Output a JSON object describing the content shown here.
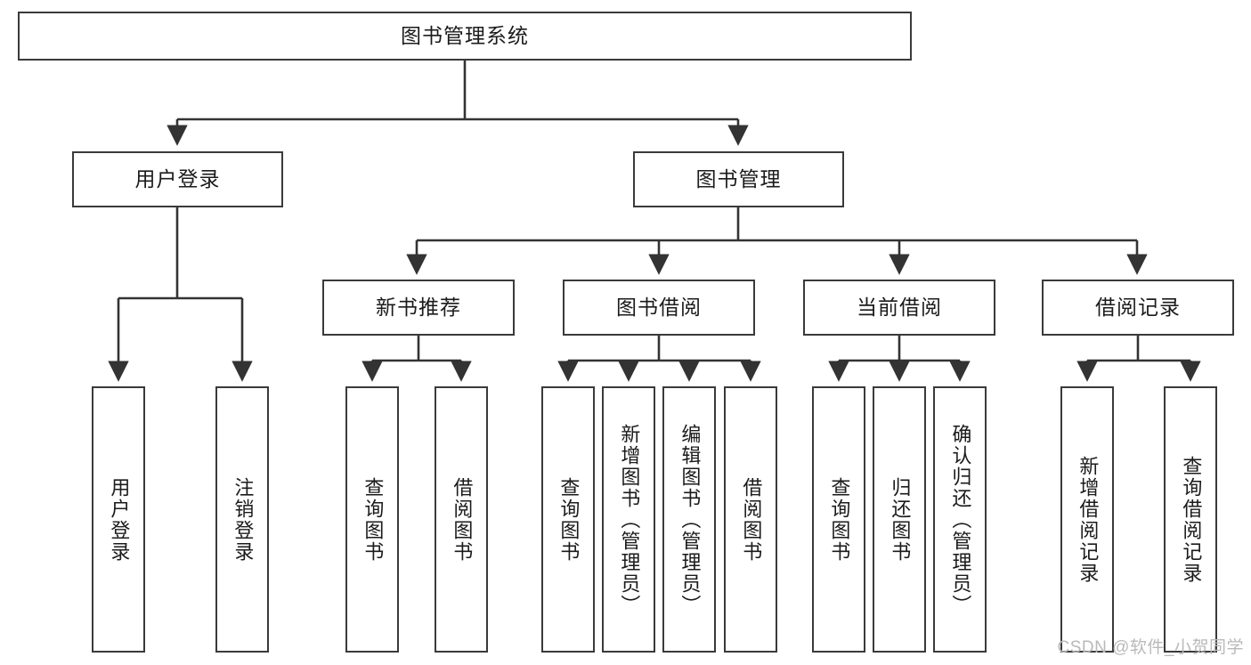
{
  "diagram": {
    "title": "图书管理系统",
    "type": "tree-hierarchy-chart",
    "root": {
      "label": "图书管理系统"
    },
    "level1": [
      {
        "label": "用户登录"
      },
      {
        "label": "图书管理"
      }
    ],
    "level2": [
      {
        "label": "新书推荐"
      },
      {
        "label": "图书借阅"
      },
      {
        "label": "当前借阅"
      },
      {
        "label": "借阅记录"
      }
    ],
    "leaves": {
      "user_login": [
        {
          "label": "用户登录"
        },
        {
          "label": "注销登录"
        }
      ],
      "new_book_recommend": [
        {
          "label": "查询图书"
        },
        {
          "label": "借阅图书"
        }
      ],
      "book_borrow": [
        {
          "label": "查询图书"
        },
        {
          "label": "新增图书（管理员）"
        },
        {
          "label": "编辑图书（管理员）"
        },
        {
          "label": "借阅图书"
        }
      ],
      "current_borrow": [
        {
          "label": "查询图书"
        },
        {
          "label": "归还图书"
        },
        {
          "label": "确认归还（管理员）"
        }
      ],
      "borrow_record": [
        {
          "label": "新增借阅记录"
        },
        {
          "label": "查询借阅记录"
        }
      ]
    }
  },
  "watermark": {
    "text": "CSDN @软件_小贺同学"
  },
  "colors": {
    "border": "#3a3a3a",
    "text": "#1b1b1b",
    "line": "#333333",
    "background": "#ffffff",
    "watermark": "#b9b9b9"
  }
}
